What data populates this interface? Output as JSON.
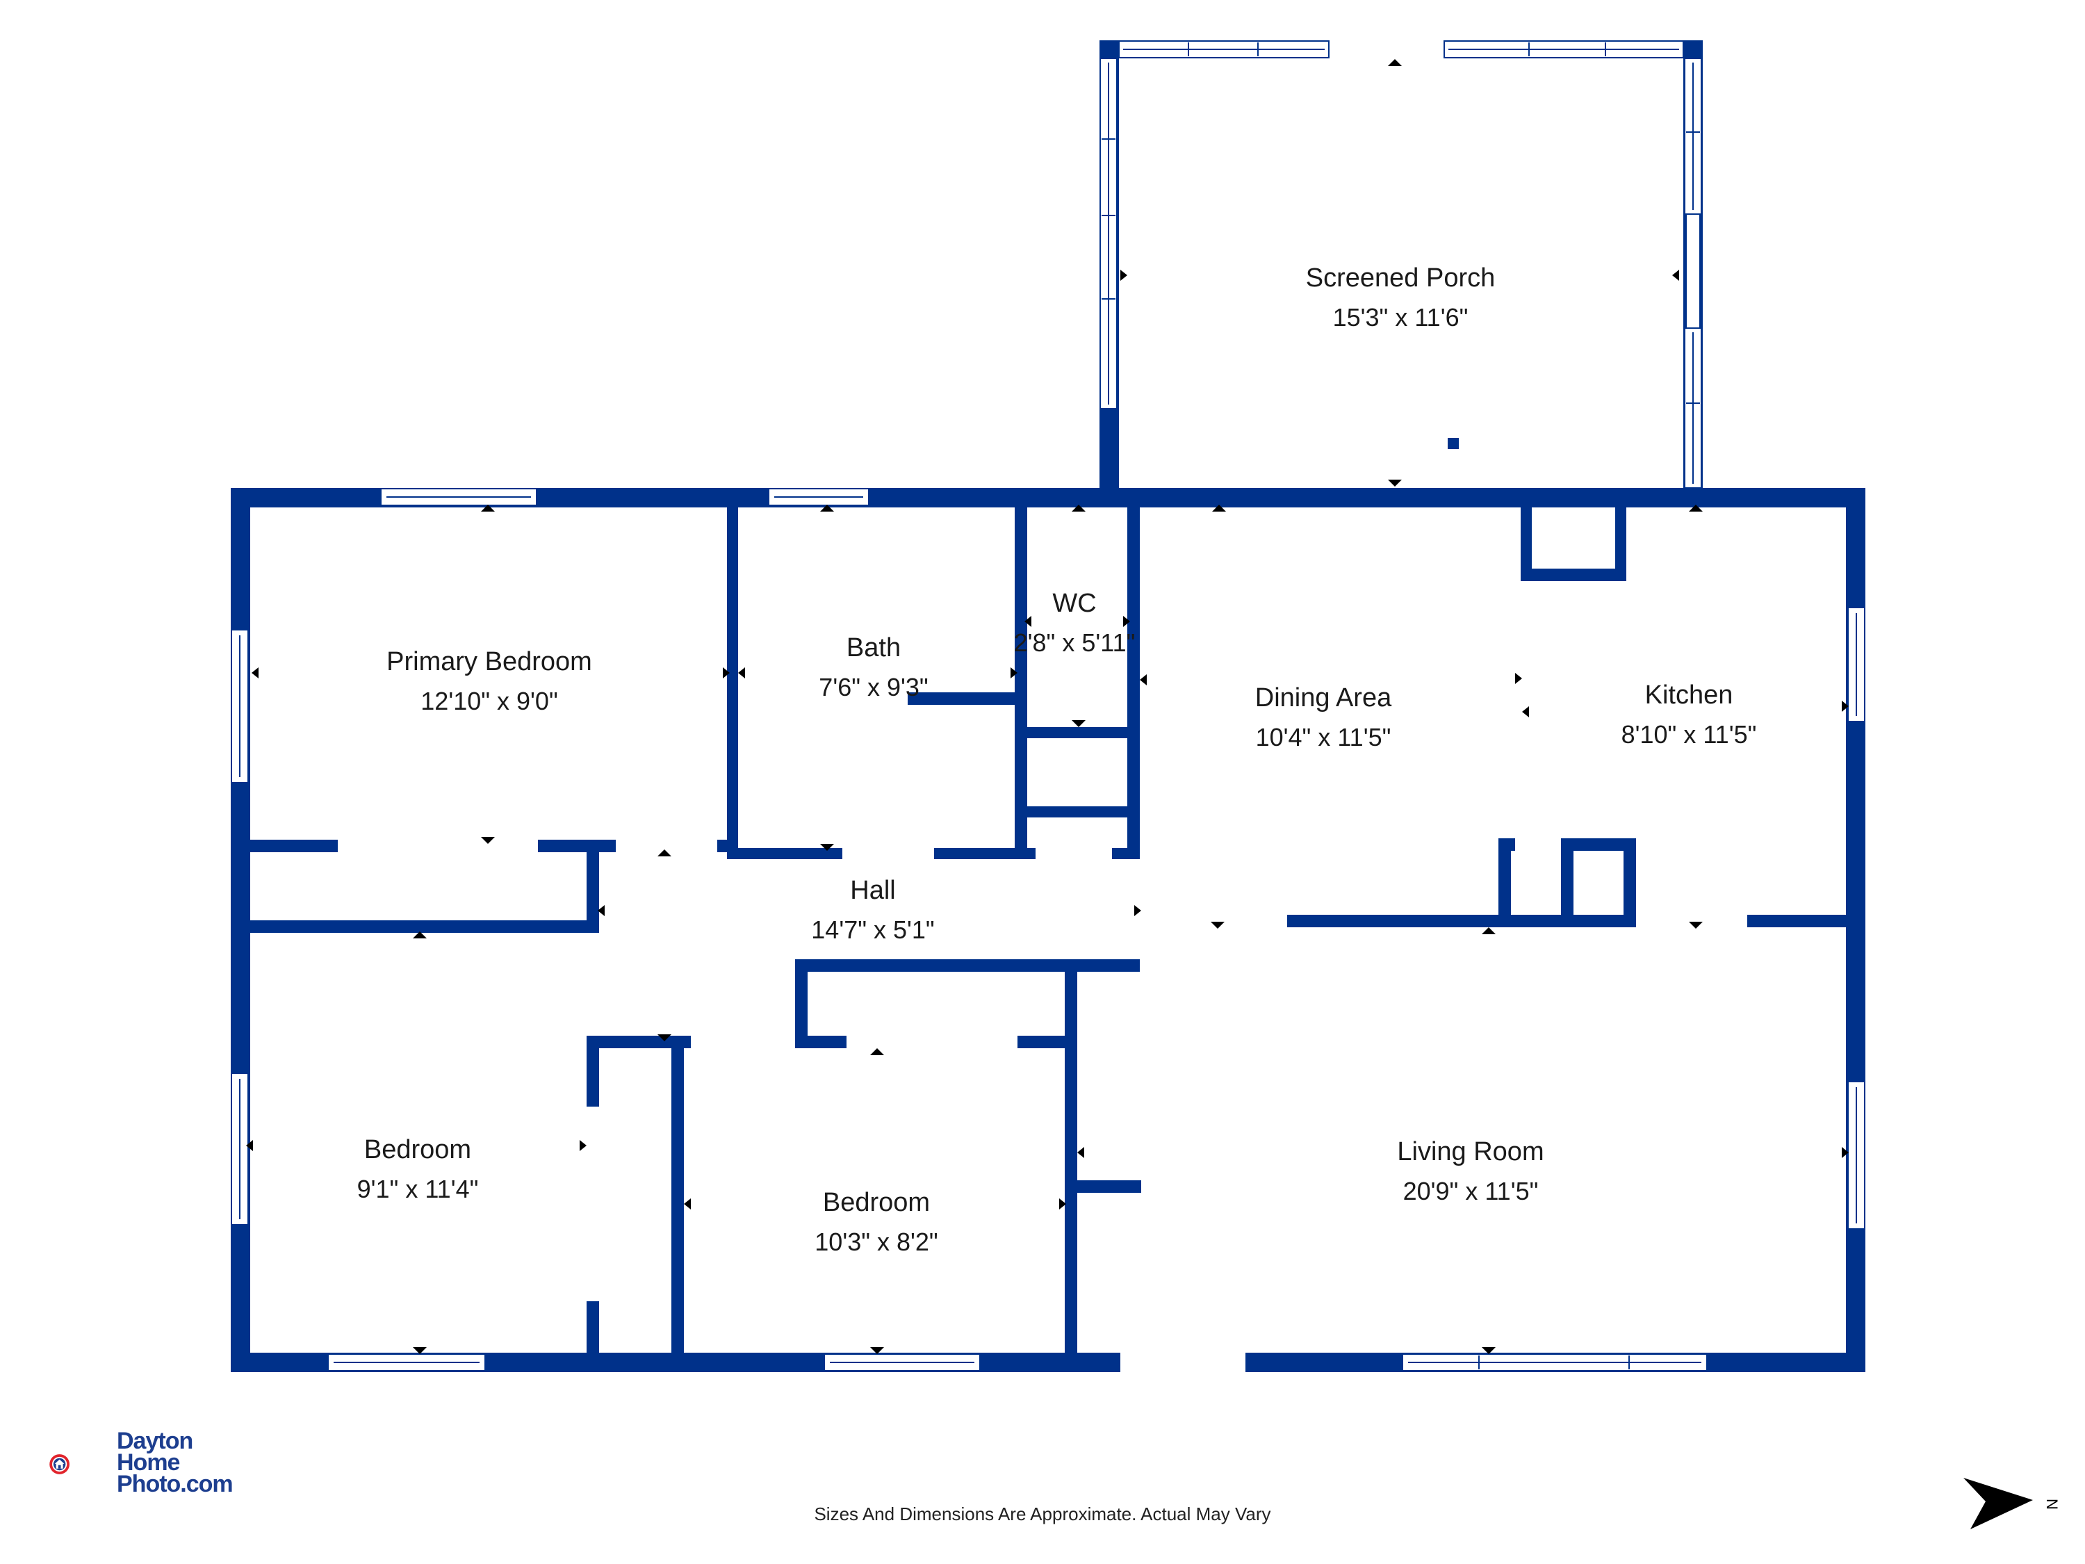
{
  "colors": {
    "wall": "#00318a",
    "accent_red": "#e1242c",
    "logo_blue": "#1d3e8f"
  },
  "rooms": [
    {
      "id": "screened-porch",
      "name": "Screened Porch",
      "dims": "15'3\" x 11'6\""
    },
    {
      "id": "primary-bedroom",
      "name": "Primary Bedroom",
      "dims": "12'10\" x 9'0\""
    },
    {
      "id": "bath",
      "name": "Bath",
      "dims": "7'6\" x 9'3\""
    },
    {
      "id": "wc",
      "name": "WC",
      "dims": "2'8\" x 5'11\""
    },
    {
      "id": "dining-area",
      "name": "Dining Area",
      "dims": "10'4\" x 11'5\""
    },
    {
      "id": "kitchen",
      "name": "Kitchen",
      "dims": "8'10\" x 11'5\""
    },
    {
      "id": "hall",
      "name": "Hall",
      "dims": "14'7\" x 5'1\""
    },
    {
      "id": "bedroom-1",
      "name": "Bedroom",
      "dims": "9'1\" x 11'4\""
    },
    {
      "id": "bedroom-2",
      "name": "Bedroom",
      "dims": "10'3\" x 8'2\""
    },
    {
      "id": "living-room",
      "name": "Living Room",
      "dims": "20'9\" x 11'5\""
    }
  ],
  "footer": {
    "disclaimer": "Sizes And Dimensions Are Approximate. Actual May Vary"
  },
  "logo": {
    "line1": "Dayton",
    "line2": "Home",
    "line3": "Photo.com",
    "icon": "house-camera-icon"
  },
  "compass": {
    "label": "N",
    "icon": "north-arrow-icon"
  }
}
